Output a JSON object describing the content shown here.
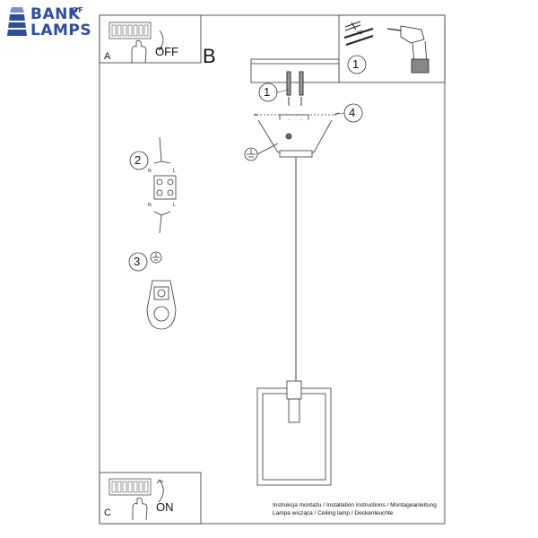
{
  "brand": {
    "word1": "BANK",
    "of": "OF",
    "word2": "LAMPS"
  },
  "steps": {
    "a": {
      "letter": "A",
      "action": "OFF"
    },
    "b": {
      "letter": "B"
    },
    "c": {
      "letter": "C",
      "action": "ON"
    }
  },
  "callouts": [
    "1",
    "1",
    "2",
    "3",
    "4"
  ],
  "wire_labels": [
    "N",
    "L",
    "N",
    "L"
  ],
  "screw_count": "x2",
  "footer": {
    "line1": "Instrukcja montażu / Installation instructions / Montageanleitung",
    "line2": "Lampa wisząca / Ceiling lamp / Deckenleuchte"
  }
}
